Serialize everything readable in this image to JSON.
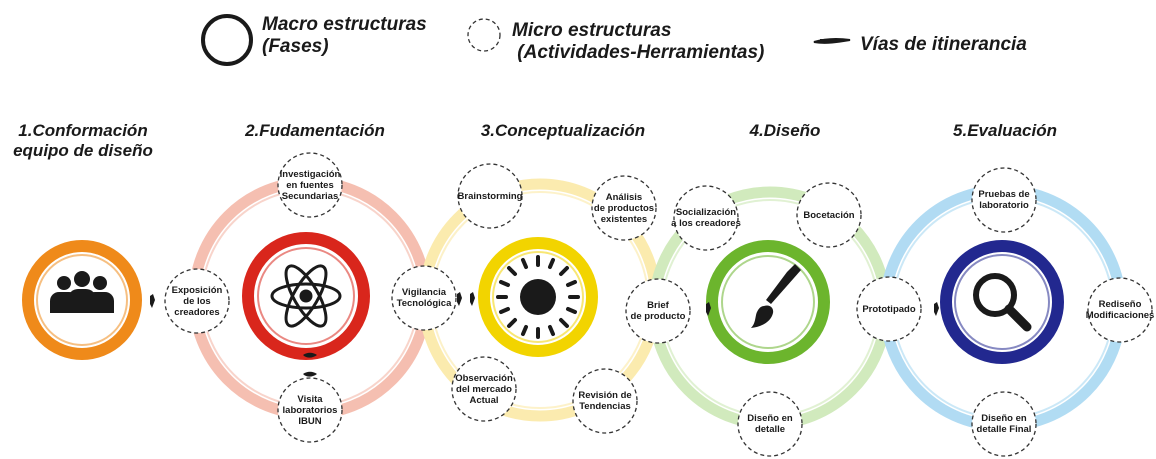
{
  "legend": {
    "macro_label": "Macro estructuras\n(Fases)",
    "micro_label": "Micro estructuras\n (Actividades-Herramientas)",
    "vias_label": "Vías de itinerancia"
  },
  "phases": [
    {
      "title": "1.Conformación\nequipo de diseño",
      "color": "#ef8a1a",
      "icon": "team-icon"
    },
    {
      "title": "2.Fudamentación",
      "color": "#d9261c",
      "icon": "atom-icon"
    },
    {
      "title": "3.Conceptualización",
      "color": "#f2d400",
      "icon": "sun-icon"
    },
    {
      "title": "4.Diseño",
      "color": "#6cb52d",
      "icon": "brush-icon"
    },
    {
      "title": "5.Evaluación",
      "color": "#22288f",
      "icon": "magnifier-icon"
    }
  ],
  "ring_colors": {
    "fudamentacion": "#f4b8a8",
    "conceptualizacion": "#fbe9a6",
    "diseno": "#cde8b6",
    "evaluacion": "#a9d8f2"
  },
  "micro": {
    "exposicion": "Exposición\nde los\ncreadores",
    "investigacion": "Investigación\nen fuentes\nSecundarias",
    "vigilancia": "Vigilancia\nTecnológica",
    "visita": "Visita\nlaboratorios\nIBUN",
    "brainstorming": "Brainstorming",
    "analisis": "Análisis\nde productos\nexistentes",
    "observacion": "Observación\ndel mercado\nActual",
    "revision": "Revisión de\nTendencias",
    "brief": "Brief\nde producto",
    "socializacion": "Socialización\na los creadores",
    "bocetacion": "Bocetación",
    "diseno_detalle": "Diseño en\ndetalle",
    "prototipado": "Prototipado",
    "pruebas": "Pruebas de\nlaboratorio",
    "rediseno": "Rediseño\nModificaciones",
    "diseno_final": "Diseño en\ndetalle Final"
  }
}
